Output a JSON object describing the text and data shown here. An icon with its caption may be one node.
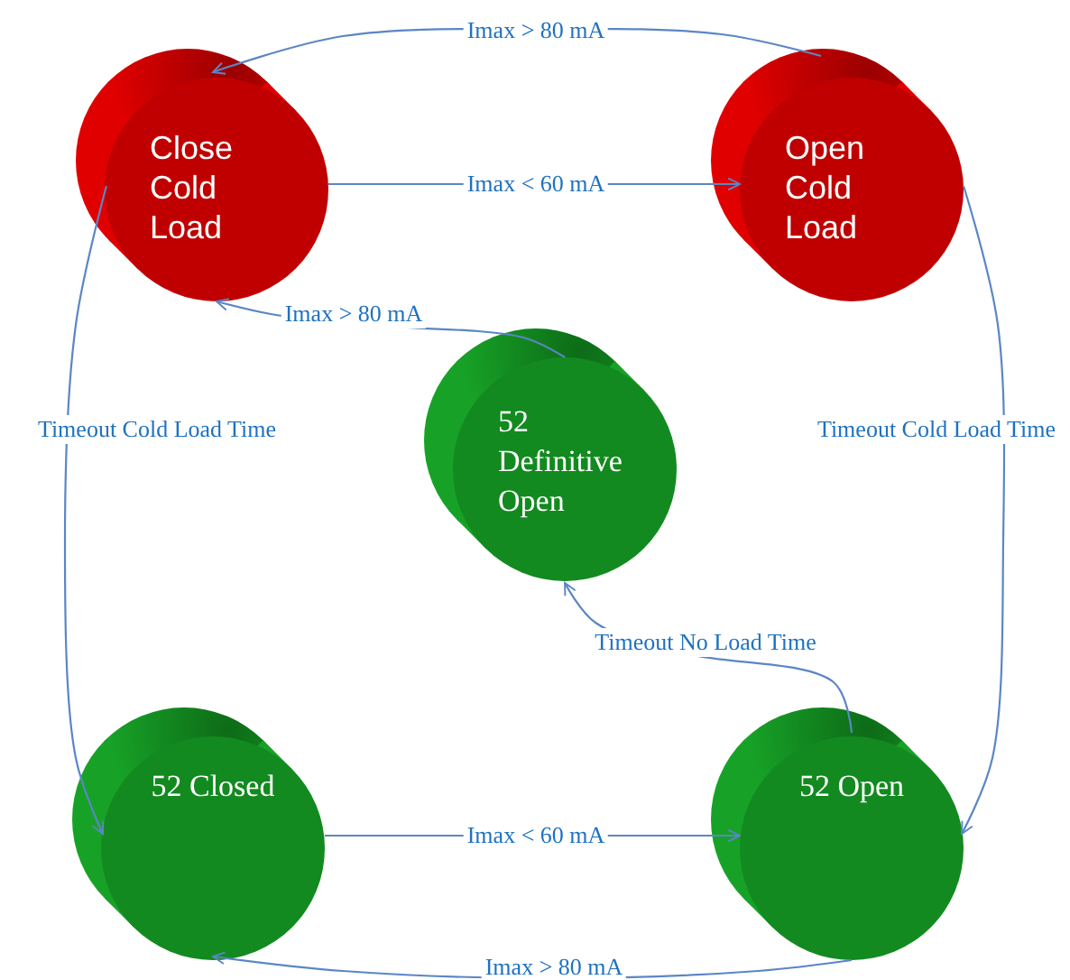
{
  "diagram": {
    "nodes": [
      {
        "text": [
          "Close Cold Load"
        ]
      },
      {
        "text": [
          "Open Cold Load"
        ]
      },
      {
        "text": [
          "52 Definitive Open"
        ]
      },
      {
        "text": [
          "52 Closed"
        ]
      },
      {
        "text": [
          "52 Open"
        ]
      }
    ],
    "edges": [
      {
        "from": 1,
        "to": 0,
        "arrow": "to",
        "label": "Imax > 80 mA"
      },
      {
        "from": 0,
        "to": 1,
        "arrow": "to",
        "label": "Imax < 60 mA"
      },
      {
        "from": 0,
        "to": 3,
        "arrow": "to",
        "label": "Timeout Cold Load Time"
      },
      {
        "from": 1,
        "to": 4,
        "arrow": "to",
        "label": "Timeout Cold Load Time"
      },
      {
        "from": 2,
        "to": 0,
        "arrow": "to",
        "label": "Imax > 80 mA"
      },
      {
        "from": 4,
        "to": 2,
        "arrow": "to",
        "label": "Timeout No Load Time"
      },
      {
        "from": 3,
        "to": 4,
        "arrow": "to",
        "label": "Imax < 60 mA"
      },
      {
        "from": 4,
        "to": 3,
        "arrow": "to",
        "label": "Imax > 80 mA"
      }
    ]
  }
}
